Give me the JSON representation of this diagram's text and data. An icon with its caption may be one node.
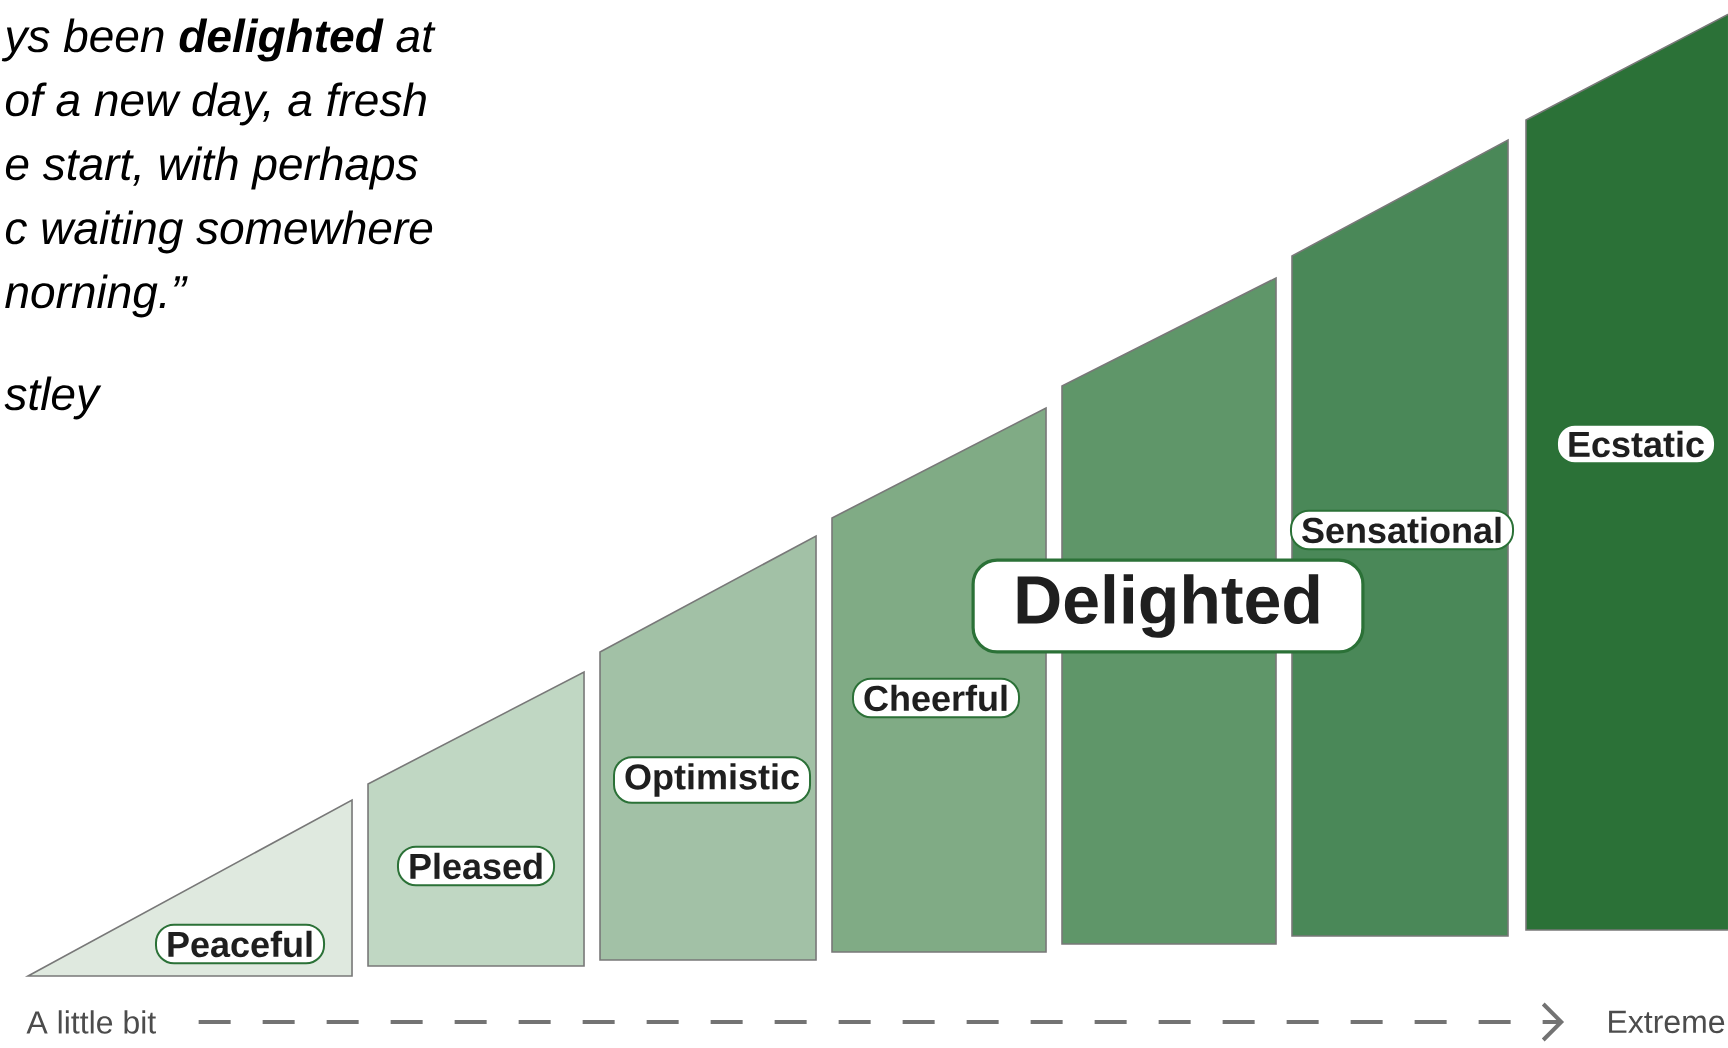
{
  "diagram": {
    "nodes": [
      {
        "text": [],
        "shape": "bar"
      },
      {
        "text": [],
        "shape": "bar"
      },
      {
        "text": [],
        "shape": "bar"
      },
      {
        "text": [],
        "shape": "bar"
      },
      {
        "text": [],
        "shape": "bar"
      },
      {
        "text": [],
        "shape": "bar"
      },
      {
        "text": [],
        "shape": "bar"
      },
      {
        "text": [
          "Peaceful"
        ],
        "in": 0
      },
      {
        "text": [
          "Pleased"
        ],
        "in": 1
      },
      {
        "text": [
          "Optimistic"
        ],
        "in": 2
      },
      {
        "text": [
          "Cheerful"
        ],
        "in": 3
      },
      {
        "text": [
          "Delighted"
        ]
      },
      {
        "text": [
          "Sensational"
        ],
        "in": 5
      },
      {
        "text": [
          "Ecstatic"
        ],
        "in": 6
      },
      {
        "text": [
          "A little bit"
        ]
      },
      {
        "text": [
          "Extreme"
        ]
      }
    ],
    "edges": [
      {
        "from": 14,
        "to": 15,
        "arrow": "to",
        "style": "dashed"
      }
    ],
    "labels": [
      "ys been **delighted** at",
      "of a new day, a fresh",
      "e start, with perhaps",
      "c waiting somewhere",
      "norning.”",
      "stley"
    ]
  }
}
